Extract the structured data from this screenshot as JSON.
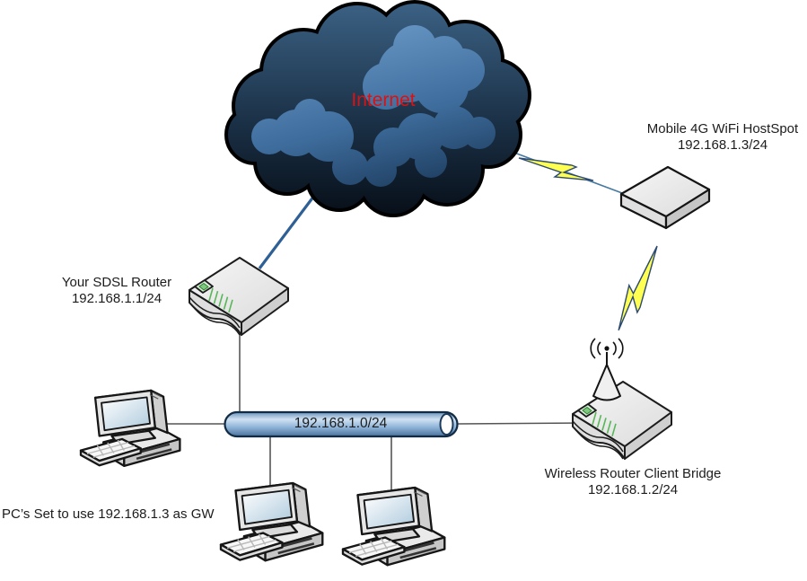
{
  "diagram": {
    "internet": {
      "label": "Internet"
    },
    "hotspot": {
      "title": "Mobile 4G WiFi HostSpot",
      "ip": "192.168.1.3/24"
    },
    "sdsl_router": {
      "title": "Your SDSL Router",
      "ip": "192.168.1.1/24"
    },
    "lan": {
      "subnet": "192.168.1.0/24"
    },
    "client_bridge": {
      "title": "Wireless Router Client Bridge",
      "ip": "192.168.1.2/24"
    },
    "note": {
      "text": "PC’s Set to use 192.168.1.3 as GW"
    },
    "colors": {
      "internet_label": "#dd1111",
      "cloud_dark": "#132638",
      "cloud_puff": "#4f7fae",
      "wan_link": "#2e6096",
      "wireless_bolt": "#ffff52",
      "lan_pipe": "#8fb4d8",
      "device_led": "#7fc87f"
    }
  }
}
